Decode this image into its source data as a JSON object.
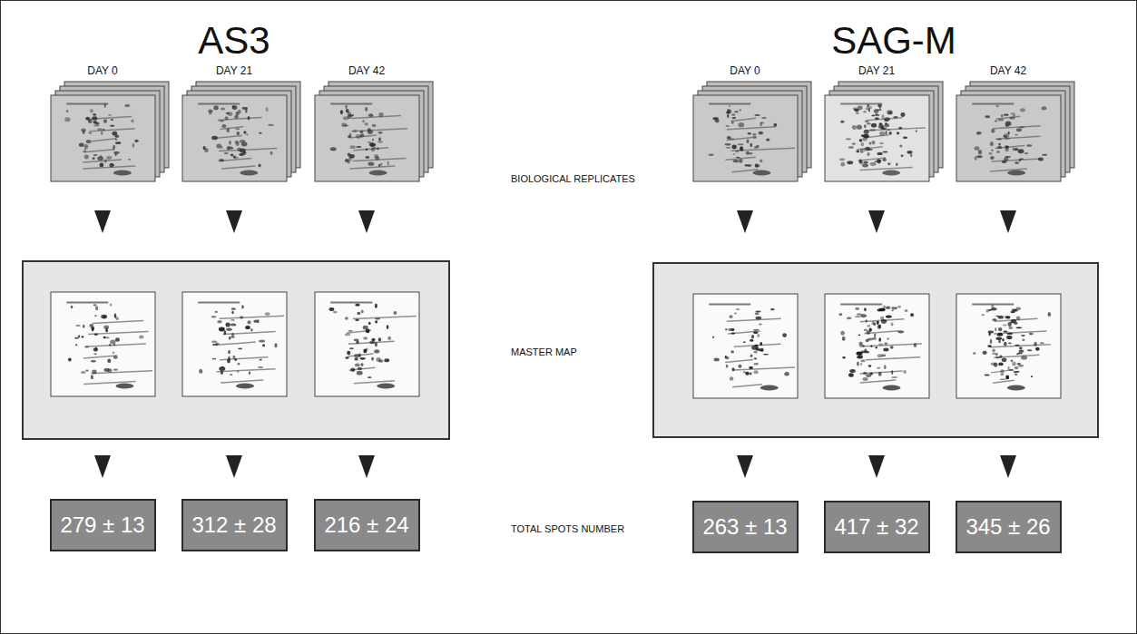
{
  "diagram": {
    "nodes": [
      {
        "text": [
          "279 ± 13"
        ]
      },
      {
        "text": [
          "312 ± 28"
        ]
      },
      {
        "text": [
          "216 ± 24"
        ]
      },
      {
        "text": [
          "263 ± 13"
        ]
      },
      {
        "text": [
          "417 ± 32"
        ]
      },
      {
        "text": [
          "345 ± 26"
        ]
      }
    ],
    "labels": [
      "AS3",
      "SAG-M",
      "DAY 0",
      "DAY 21",
      "DAY 42",
      "DAY 0",
      "DAY 21",
      "DAY 42",
      "BIOLOGICAL REPLICATES",
      "MASTER MAP",
      "TOTAL SPOTS NUMBER"
    ]
  }
}
